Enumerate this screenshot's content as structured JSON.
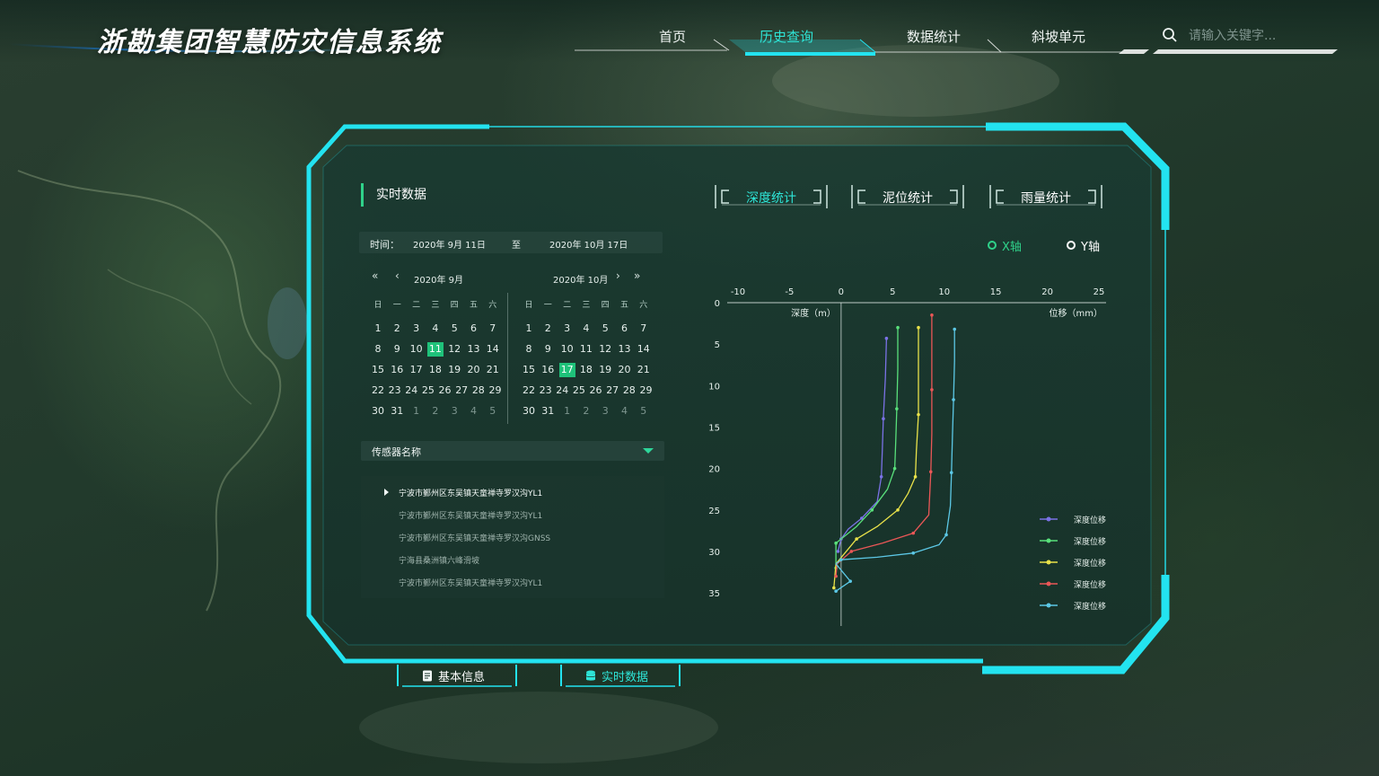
{
  "header": {
    "title": "浙勘集团智慧防灾信息系统",
    "nav": [
      {
        "label": "首页",
        "active": false
      },
      {
        "label": "历史查询",
        "active": true
      },
      {
        "label": "数据统计",
        "active": false
      },
      {
        "label": "斜坡单元",
        "active": false
      }
    ],
    "search_placeholder": "请输入关键字..."
  },
  "panel": {
    "section_title": "实时数据",
    "time": {
      "label": "时间：",
      "start": "2020年 9月 11日",
      "separator": "至",
      "end": "2020年 10月 17日"
    },
    "calendars": [
      {
        "title": "2020年 9月",
        "weekdays": [
          "日",
          "一",
          "二",
          "三",
          "四",
          "五",
          "六"
        ],
        "weeks": [
          [
            "1",
            "2",
            "3",
            "4",
            "5",
            "6",
            "7"
          ],
          [
            "8",
            "9",
            "10",
            "11",
            "12",
            "13",
            "14"
          ],
          [
            "15",
            "16",
            "17",
            "18",
            "19",
            "20",
            "21"
          ],
          [
            "22",
            "23",
            "24",
            "25",
            "26",
            "27",
            "28",
            "29"
          ],
          [
            "30",
            "31",
            "1",
            "2",
            "3",
            "4",
            "5"
          ]
        ],
        "selected": "11"
      },
      {
        "title": "2020年 10月",
        "weekdays": [
          "日",
          "一",
          "二",
          "三",
          "四",
          "五",
          "六"
        ],
        "weeks": [
          [
            "1",
            "2",
            "3",
            "4",
            "5",
            "6",
            "7"
          ],
          [
            "8",
            "9",
            "10",
            "11",
            "12",
            "13",
            "14"
          ],
          [
            "15",
            "16",
            "17",
            "18",
            "19",
            "20",
            "21"
          ],
          [
            "22",
            "23",
            "24",
            "25",
            "26",
            "27",
            "28",
            "29"
          ],
          [
            "30",
            "31",
            "1",
            "2",
            "3",
            "4",
            "5"
          ]
        ],
        "selected": "17"
      }
    ],
    "sensor": {
      "label": "传感器名称",
      "items": [
        {
          "label": "宁波市鄞州区东吴镇天童禅寺罗汉沟YL1",
          "active": true
        },
        {
          "label": "宁波市鄞州区东吴镇天童禅寺罗汉沟YL1",
          "active": false
        },
        {
          "label": "宁波市鄞州区东吴镇天童禅寺罗汉沟GNSS",
          "active": false
        },
        {
          "label": "宁海县桑洲镇六峰滑坡",
          "active": false
        },
        {
          "label": "宁波市鄞州区东吴镇天童禅寺罗汉沟YL1",
          "active": false
        }
      ]
    },
    "stat_tabs": [
      {
        "label": "深度统计",
        "active": true
      },
      {
        "label": "泥位统计",
        "active": false
      },
      {
        "label": "雨量统计",
        "active": false
      }
    ],
    "axis_options": [
      {
        "label": "X轴",
        "checked": true
      },
      {
        "label": "Y轴",
        "checked": false
      }
    ],
    "bottom_tabs": [
      {
        "label": "基本信息",
        "icon": "document-icon",
        "active": false
      },
      {
        "label": "实时数据",
        "icon": "database-icon",
        "active": true
      }
    ]
  },
  "colors": {
    "accent_cyan": "#23e3f0",
    "accent_green": "#2fd28a",
    "selected_day": "#1fc27a"
  },
  "chart_data": {
    "type": "line",
    "xlabel": "位移（mm）",
    "ylabel": "深度（m）",
    "x_ticks": [
      -10,
      -5,
      0,
      5,
      10,
      15,
      20,
      25
    ],
    "y_ticks": [
      0,
      5,
      10,
      15,
      20,
      25,
      30,
      35
    ],
    "xlim": [
      -10,
      25
    ],
    "ylim": [
      0,
      39
    ],
    "grid": false,
    "legend_position": "bottom-right",
    "series": [
      {
        "name": "深度位移",
        "color": "#7b72e6",
        "points": [
          [
            4.4,
            4.3
          ],
          [
            4.3,
            9
          ],
          [
            4.1,
            14
          ],
          [
            4,
            17.7
          ],
          [
            3.9,
            21
          ],
          [
            3.5,
            24
          ],
          [
            2,
            26
          ],
          [
            0.7,
            27.3
          ],
          [
            0,
            28.5
          ],
          [
            -0.3,
            30
          ]
        ]
      },
      {
        "name": "深度位移",
        "color": "#59e07b",
        "points": [
          [
            5.5,
            3
          ],
          [
            5.5,
            8
          ],
          [
            5.4,
            12.8
          ],
          [
            5.3,
            16.8
          ],
          [
            5.2,
            20
          ],
          [
            4.5,
            22.5
          ],
          [
            3,
            25
          ],
          [
            1.5,
            27
          ],
          [
            -0.5,
            29
          ],
          [
            -0.5,
            32
          ]
        ]
      },
      {
        "name": "深度位移",
        "color": "#e9e24a",
        "points": [
          [
            7.5,
            3
          ],
          [
            7.5,
            8
          ],
          [
            7.5,
            13.5
          ],
          [
            7.3,
            17.9
          ],
          [
            7.2,
            21
          ],
          [
            6.5,
            23
          ],
          [
            5.5,
            25
          ],
          [
            3.5,
            27
          ],
          [
            1.5,
            28.5
          ],
          [
            -0.5,
            31.5
          ],
          [
            -0.7,
            34.4
          ]
        ]
      },
      {
        "name": "深度位移",
        "color": "#ea5757",
        "points": [
          [
            8.8,
            1.5
          ],
          [
            8.8,
            6
          ],
          [
            8.8,
            10.5
          ],
          [
            8.8,
            15.8
          ],
          [
            8.7,
            20.4
          ],
          [
            8.5,
            25.6
          ],
          [
            7,
            27.8
          ],
          [
            4,
            29
          ],
          [
            1,
            30
          ],
          [
            -0.4,
            31.5
          ],
          [
            -0.5,
            33
          ]
        ]
      },
      {
        "name": "深度位移",
        "color": "#5cc8e6",
        "points": [
          [
            11,
            3.2
          ],
          [
            11,
            7
          ],
          [
            10.9,
            11.7
          ],
          [
            10.8,
            16
          ],
          [
            10.7,
            20.5
          ],
          [
            10.6,
            24.5
          ],
          [
            10.2,
            28
          ],
          [
            9.5,
            29.2
          ],
          [
            7,
            30.2
          ],
          [
            3.5,
            30.7
          ],
          [
            0,
            31
          ],
          [
            -0.5,
            31.5
          ],
          [
            0.9,
            33.6
          ],
          [
            -0.5,
            34.8
          ]
        ]
      }
    ]
  }
}
